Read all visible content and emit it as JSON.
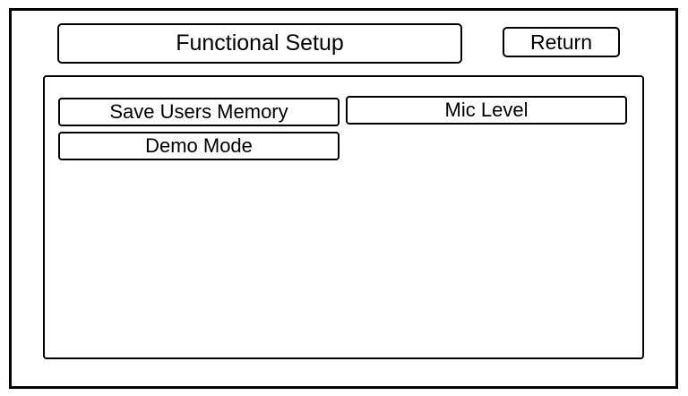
{
  "header": {
    "title": "Functional Setup",
    "return_label": "Return"
  },
  "options": {
    "save_users_memory": "Save Users Memory",
    "mic_level": "Mic Level",
    "demo_mode": "Demo Mode"
  },
  "colors": {
    "background": "#ffffff",
    "border": "#000000",
    "text": "#000000"
  }
}
